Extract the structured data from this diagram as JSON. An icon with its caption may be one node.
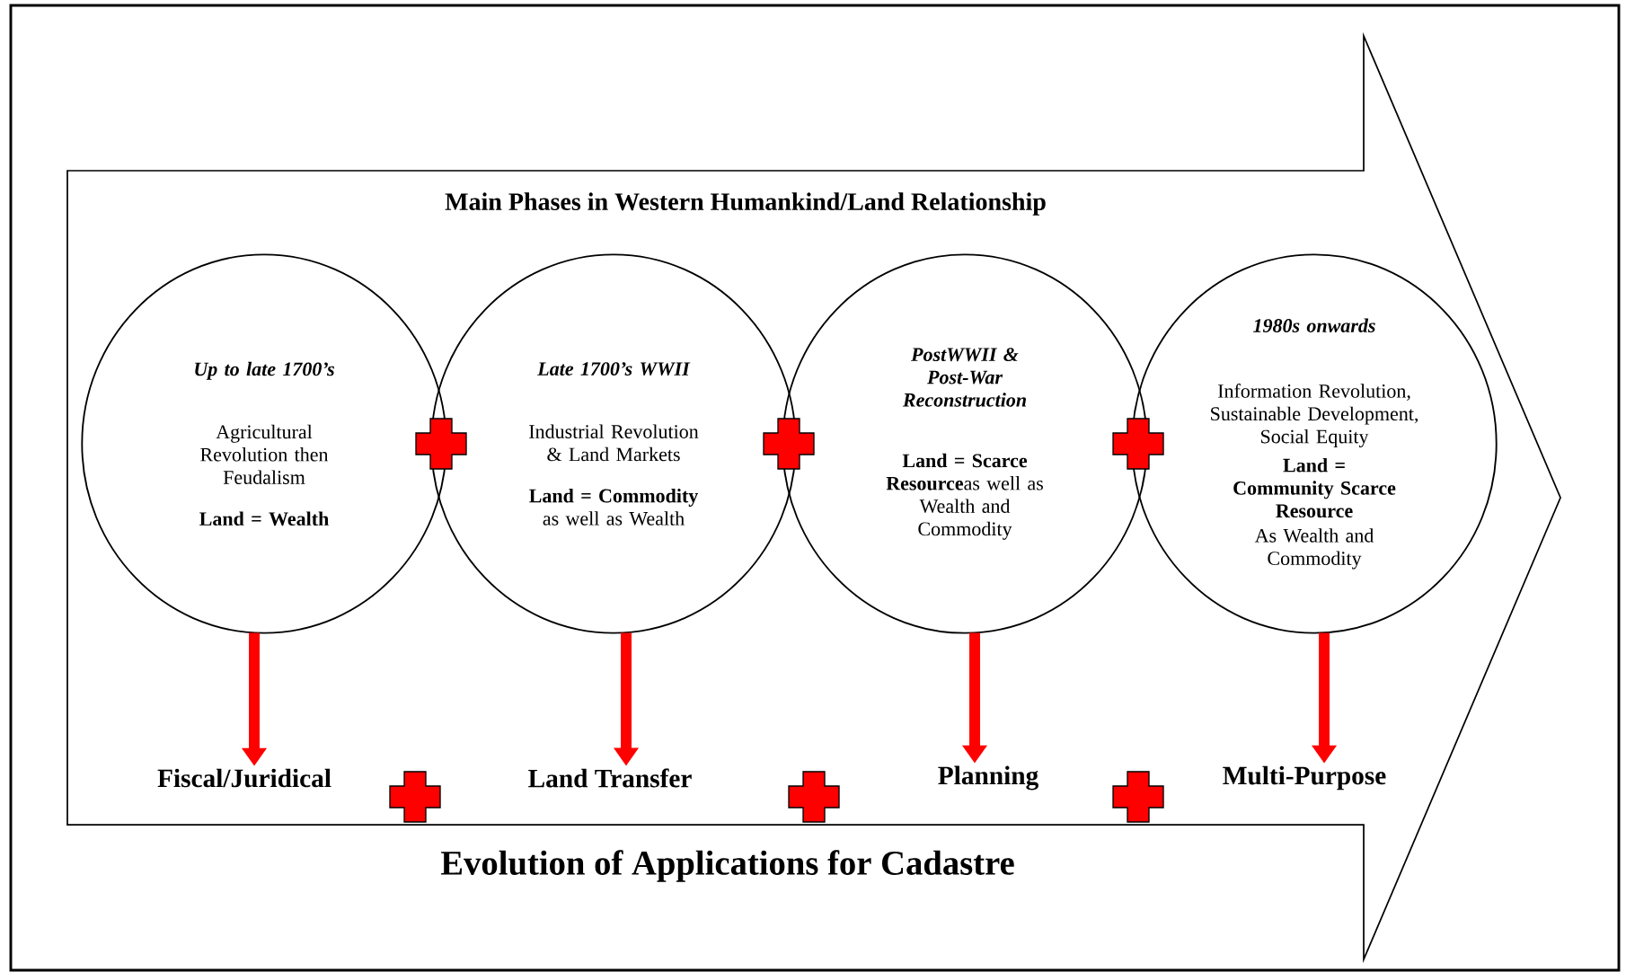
{
  "diagram": {
    "nodes": [
      {
        "text": [
          "Main Phases in Western Humankind/Land Relationship"
        ]
      },
      {
        "text": [
          "Up to late 1700’s",
          "Agricultural Revolution then Feudalism",
          "Land = Wealth"
        ],
        "in": 0
      },
      {
        "text": [
          "Late 1700’s WWII",
          "Industrial Revolution & Land Markets",
          "**Land = Commodity** as well as Wealth"
        ],
        "in": 0
      },
      {
        "text": [
          "PostWWII & Post-War Reconstruction",
          "**Land = Scarce Resource**as well as Wealth and Commodity"
        ],
        "in": 0
      },
      {
        "text": [
          "1980s onwards",
          "Information Revolution, Sustainable Development, Social Equity",
          "Land = Community Scarce Resource",
          "As Wealth and Commodity"
        ],
        "in": 0
      },
      {
        "text": [
          "Fiscal/Juridical"
        ],
        "in": 0
      },
      {
        "text": [
          "Land Transfer"
        ],
        "in": 0
      },
      {
        "text": [
          "Planning"
        ],
        "in": 0
      },
      {
        "text": [
          "Multi-Purpose"
        ],
        "in": 0
      }
    ],
    "edges": [
      {
        "from": 1,
        "to": 5,
        "arrow": "to"
      },
      {
        "from": 2,
        "to": 6,
        "arrow": "to"
      },
      {
        "from": 3,
        "to": 7,
        "arrow": "to"
      },
      {
        "from": 4,
        "to": 8,
        "arrow": "to"
      }
    ],
    "caption": "Evolution of Applications for Cadastre"
  }
}
